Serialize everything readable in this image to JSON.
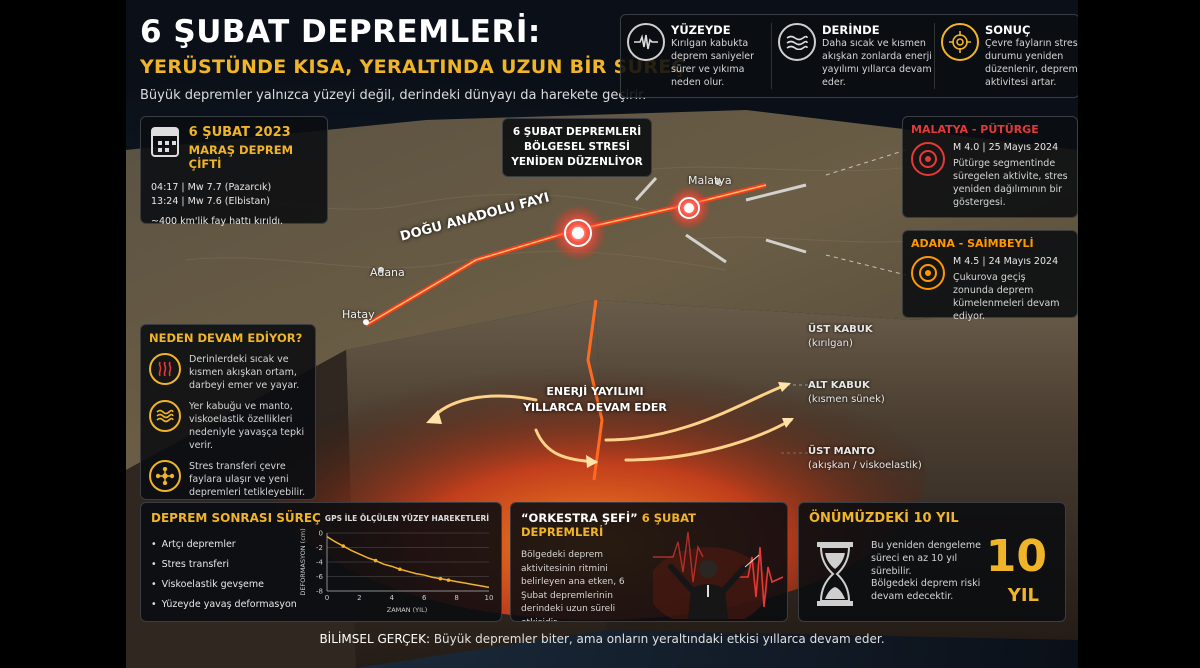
{
  "header": {
    "title": "6 ŞUBAT DEPREMLERİ:",
    "subtitle_bold": "YERÜSTÜNDE KISA, YERALTINDA UZUN BİR SÜREÇ",
    "subtitle": "Büyük depremler yalnızca yüzeyi değil, derindeki dünyayı da harekete geçirir."
  },
  "top_info": [
    {
      "icon": "seismograph-icon",
      "heading": "YÜZEYDE",
      "text": "Kırılgan kabukta deprem saniyeler sürer ve yıkıma neden olur."
    },
    {
      "icon": "waves-icon",
      "heading": "DERİNDE",
      "text": "Daha sıcak ve kısmen akışkan zonlarda enerji yayılımı yıllarca devam eder."
    },
    {
      "icon": "target-icon",
      "heading": "SONUÇ",
      "text": "Çevre fayların stres durumu yeniden düzenlenir, deprem aktivitesi artar."
    }
  ],
  "event_card": {
    "date": "6 ŞUBAT 2023",
    "name": "MARAŞ DEPREM ÇİFTİ",
    "quakes": [
      {
        "time": "04:17",
        "mag": "Mw 7.7 (Pazarcık)"
      },
      {
        "time": "13:24",
        "mag": "Mw 7.6 (Elbistan)"
      }
    ],
    "note": "~400 km'lik fay hattı kırıldı."
  },
  "map": {
    "stress_label": "6 ŞUBAT DEPREMLERİ BÖLGESEL STRESİ YENİDEN DÜZENLİYOR",
    "fault_label": "DOĞU ANADOLU FAYI",
    "cities": [
      "Malatya",
      "Adana",
      "Hatay"
    ],
    "energy_label": "ENERJİ YAYILIMI YILLARCA DEVAM EDER",
    "layers": [
      {
        "name": "ÜST KABUK",
        "desc": "(kırılgan)"
      },
      {
        "name": "ALT KABUK",
        "desc": "(kısmen sünek)"
      },
      {
        "name": "ÜST MANTO",
        "desc": "(akışkan / viskoelastik)"
      }
    ]
  },
  "aftershocks": [
    {
      "heading": "MALATYA - PÜTÜRGE",
      "mag": "M 4.0",
      "date": "25 Mayıs 2024",
      "text": "Pütürge segmentinde süregelen aktivite, stres yeniden dağılımının bir göstergesi.",
      "color": "#e53935"
    },
    {
      "heading": "ADANA - SAİMBEYLİ",
      "mag": "M 4.5",
      "date": "24 Mayıs 2024",
      "text": "Çukurova geçiş zonunda deprem kümelenmeleri devam ediyor.",
      "color": "#ff9800"
    }
  ],
  "why": {
    "heading": "NEDEN DEVAM EDİYOR?",
    "items": [
      {
        "icon": "heat-icon",
        "text": "Derinlerdeki sıcak ve kısmen akışkan ortam, darbeyi emer ve yayar."
      },
      {
        "icon": "waves-icon",
        "text": "Yer kabuğu ve manto, viskoelastik özellikleri nedeniyle yavaşça tepki verir."
      },
      {
        "icon": "network-icon",
        "text": "Stres transferi çevre faylara ulaşır ve yeni depremleri tetikleyebilir."
      }
    ]
  },
  "post_process": {
    "heading": "DEPREM SONRASI SÜREÇ",
    "items": [
      "Artçı depremler",
      "Stres transferi",
      "Viskoelastik gevşeme",
      "Yüzeyde yavaş deformasyon"
    ]
  },
  "chart_data": {
    "type": "line",
    "title": "GPS İLE ÖLÇÜLEN YÜZEY HAREKETLERİ",
    "xlabel": "ZAMAN (YIL)",
    "ylabel": "DEFORMASYON (cm)",
    "xlim": [
      0,
      10
    ],
    "ylim": [
      -8,
      0
    ],
    "xticks": [
      0,
      2,
      4,
      6,
      8,
      10
    ],
    "yticks": [
      0,
      -2,
      -4,
      -6,
      -8
    ],
    "x": [
      0,
      0.5,
      1,
      1.5,
      2,
      2.5,
      3,
      3.5,
      4,
      4.5,
      5,
      5.5,
      6,
      6.5,
      7,
      7.5,
      8,
      8.5,
      9,
      9.5,
      10
    ],
    "y": [
      -0.5,
      -1.2,
      -1.8,
      -2.4,
      -2.9,
      -3.4,
      -3.8,
      -4.3,
      -4.6,
      -5.0,
      -5.3,
      -5.6,
      -5.8,
      -6.1,
      -6.3,
      -6.5,
      -6.7,
      -6.9,
      -7.1,
      -7.3,
      -7.5
    ],
    "markers_x": [
      1,
      3,
      4.5,
      7,
      7.5
    ],
    "markers_y": [
      -1.8,
      -3.8,
      -5.0,
      -6.3,
      -6.5
    ]
  },
  "orchestra": {
    "heading_q": "“ORKESTRA ŞEFİ”",
    "heading": "6 ŞUBAT DEPREMLERİ",
    "text": "Bölgedeki deprem aktivitesinin ritmini belirleyen ana etken, 6 Şubat depremlerinin derindeki uzun süreli etkisidir."
  },
  "future": {
    "heading": "ÖNÜMÜZDEKİ 10 YIL",
    "text1": "Bu yeniden dengeleme süreci en az 10 yıl sürebilir.",
    "text2": "Bölgedeki deprem riski devam edecektir.",
    "big_number": "10",
    "big_unit": "YIL"
  },
  "footer": {
    "label": "BİLİMSEL GERÇEK:",
    "text": "Büyük depremler biter, ama onların yeraltındaki etkisi yıllarca devam eder."
  }
}
